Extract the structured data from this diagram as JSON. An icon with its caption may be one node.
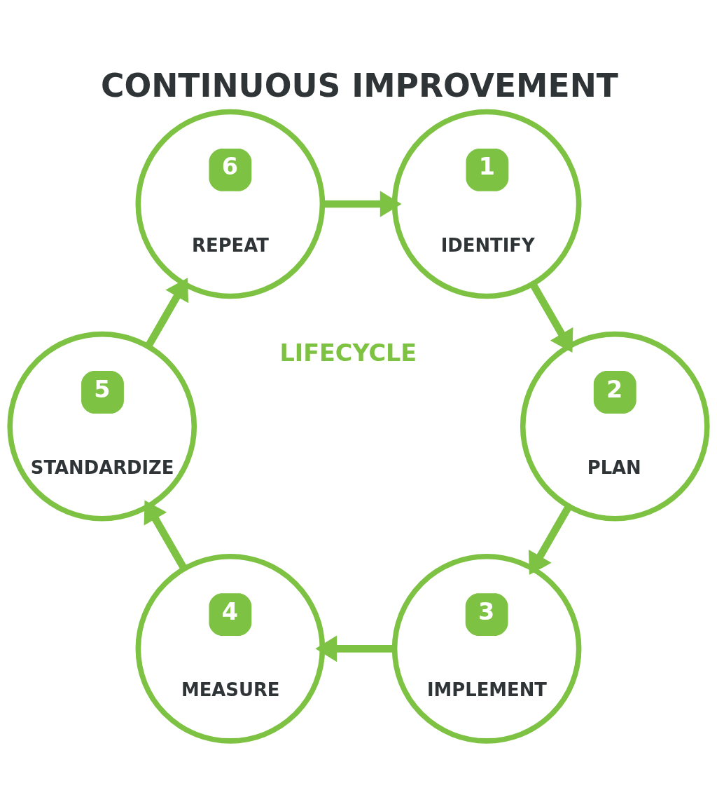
{
  "diagram": {
    "title": "CONTINUOUS IMPROVEMENT",
    "nodes": [
      {
        "text": [
          "1",
          "IDENTIFY"
        ]
      },
      {
        "text": [
          "2",
          "PLAN"
        ]
      },
      {
        "text": [
          "3",
          "IMPLEMENT"
        ]
      },
      {
        "text": [
          "4",
          "MEASURE"
        ]
      },
      {
        "text": [
          "5",
          "STANDARDIZE"
        ]
      },
      {
        "text": [
          "6",
          "REPEAT"
        ]
      }
    ],
    "edges": [
      {
        "from": 0,
        "to": 1,
        "arrow": "to"
      },
      {
        "from": 1,
        "to": 2,
        "arrow": "to"
      },
      {
        "from": 2,
        "to": 3,
        "arrow": "to"
      },
      {
        "from": 3,
        "to": 4,
        "arrow": "to"
      },
      {
        "from": 4,
        "to": 5,
        "arrow": "to"
      },
      {
        "from": 5,
        "to": 0,
        "arrow": "to"
      }
    ],
    "labels": [
      "LIFECYCLE"
    ]
  }
}
